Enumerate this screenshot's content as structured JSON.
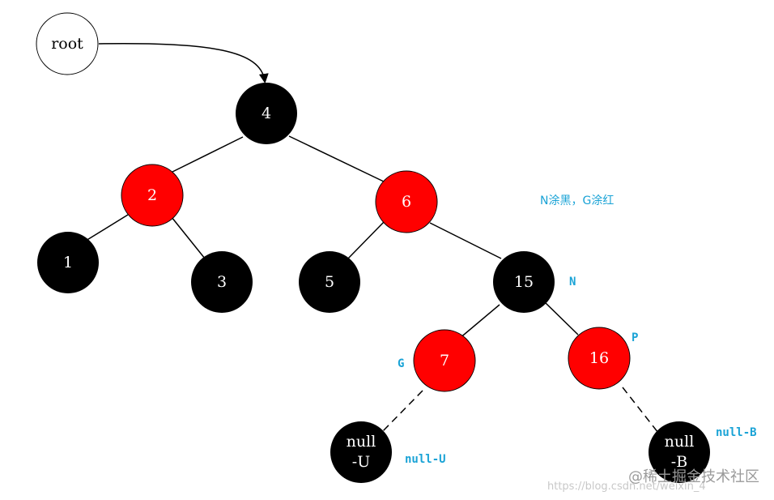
{
  "colors": {
    "black_node": "#000000",
    "red_node": "#ff0000",
    "root_node": "#ffffff",
    "edge": "#000000",
    "annotation": "#1aa3d6"
  },
  "nodes": [
    {
      "id": "root",
      "label": "root",
      "color": "white"
    },
    {
      "id": "n4",
      "label": "4",
      "color": "black"
    },
    {
      "id": "n2",
      "label": "2",
      "color": "red"
    },
    {
      "id": "n6",
      "label": "6",
      "color": "red"
    },
    {
      "id": "n1",
      "label": "1",
      "color": "black"
    },
    {
      "id": "n3",
      "label": "3",
      "color": "black"
    },
    {
      "id": "n5",
      "label": "5",
      "color": "black"
    },
    {
      "id": "n15",
      "label": "15",
      "color": "black"
    },
    {
      "id": "n7",
      "label": "7",
      "color": "red"
    },
    {
      "id": "n16",
      "label": "16",
      "color": "red"
    },
    {
      "id": "nullU",
      "label_line1": "null",
      "label_line2": "-U",
      "color": "black"
    },
    {
      "id": "nullB",
      "label_line1": "null",
      "label_line2": "-B",
      "color": "black"
    }
  ],
  "edges": [
    {
      "from": "root",
      "to": "n4",
      "style": "arrow"
    },
    {
      "from": "n4",
      "to": "n2",
      "style": "solid"
    },
    {
      "from": "n4",
      "to": "n6",
      "style": "solid"
    },
    {
      "from": "n2",
      "to": "n1",
      "style": "solid"
    },
    {
      "from": "n2",
      "to": "n3",
      "style": "solid"
    },
    {
      "from": "n6",
      "to": "n5",
      "style": "solid"
    },
    {
      "from": "n6",
      "to": "n15",
      "style": "solid"
    },
    {
      "from": "n15",
      "to": "n7",
      "style": "solid"
    },
    {
      "from": "n15",
      "to": "n16",
      "style": "solid"
    },
    {
      "from": "n7",
      "to": "nullU",
      "style": "dashed"
    },
    {
      "from": "n16",
      "to": "nullB",
      "style": "dashed"
    }
  ],
  "annotations": {
    "note": "N涂黑，G涂红",
    "n_label": "N",
    "p_label": "P",
    "g_label": "G",
    "null_u_label": "null-U",
    "null_b_label": "null-B"
  },
  "watermark": {
    "primary": "@稀土掘金技术社区",
    "secondary": "https://blog.csdn.net/weixin_4"
  }
}
